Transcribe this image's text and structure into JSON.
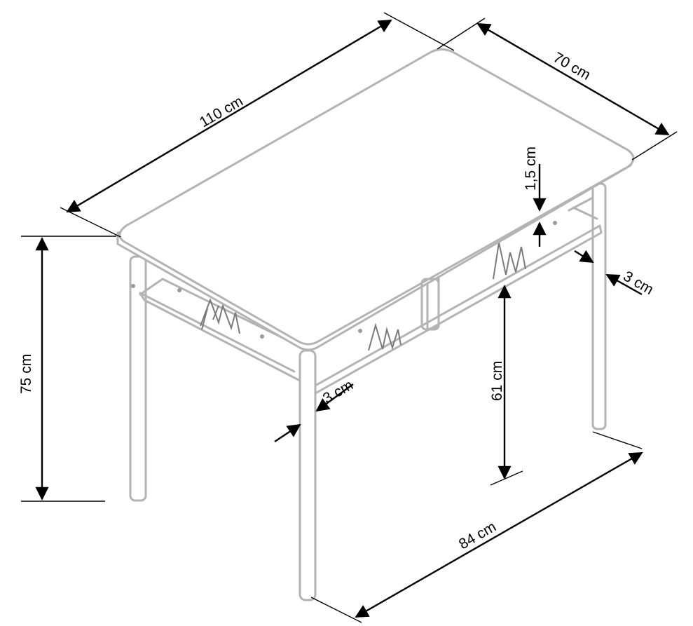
{
  "dimensions": {
    "length": "110 cm",
    "width": "70 cm",
    "height": "75 cm",
    "top_thickness": "1,5 cm",
    "leg_size_right": "3 cm",
    "leg_size_front": "3 cm",
    "clearance": "61 cm",
    "leg_span": "84 cm"
  },
  "colors": {
    "outline": "#b3b3b3",
    "dimension": "#000000"
  }
}
